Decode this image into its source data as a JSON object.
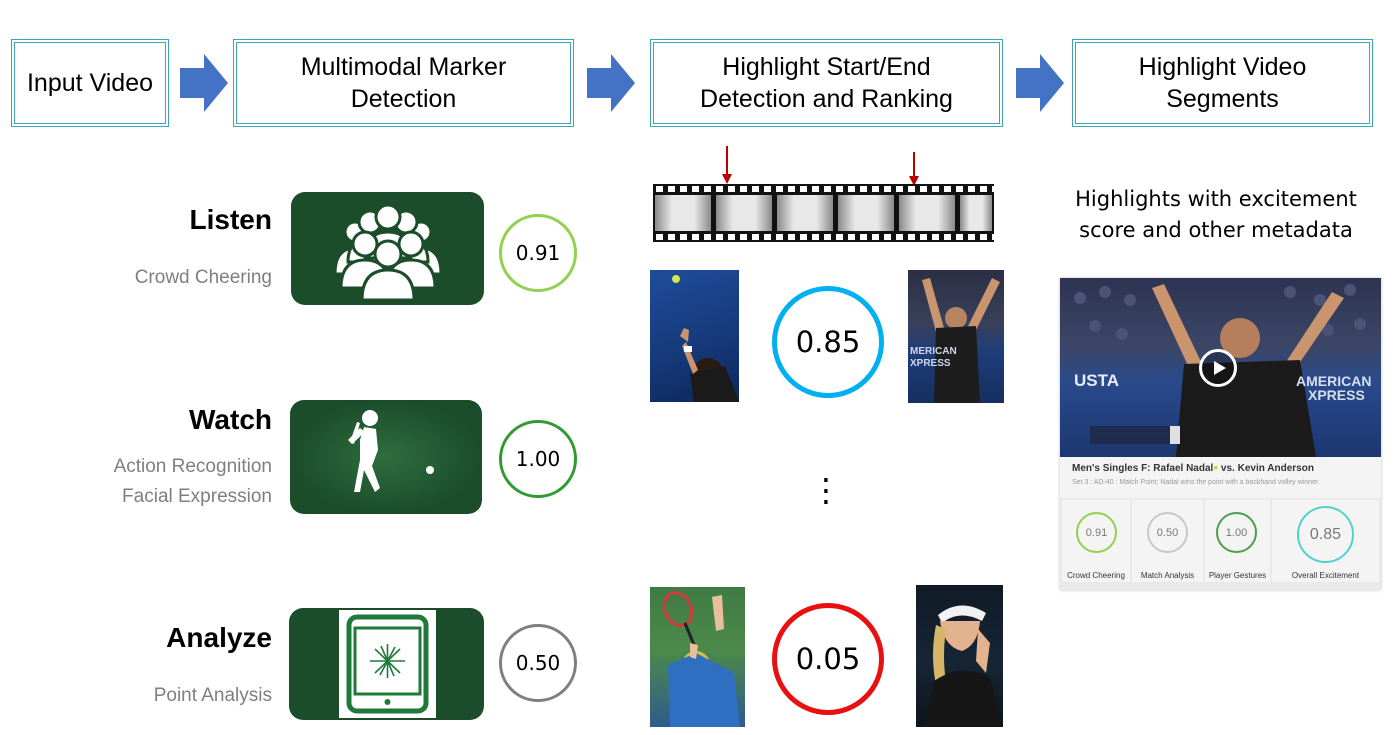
{
  "pipeline": {
    "steps": [
      {
        "label": "Input Video"
      },
      {
        "label": "Multimodal Marker Detection"
      },
      {
        "label": "Highlight Start/End Detection and Ranking"
      },
      {
        "label": "Highlight Video Segments"
      }
    ],
    "arrow_color": "#4472c4",
    "box_border_color": "#3aa7b8"
  },
  "markers": [
    {
      "title": "Listen",
      "subtitles": [
        "Crowd Cheering"
      ],
      "score": "0.91",
      "icon": "crowd-icon",
      "ring_color": "#92d050"
    },
    {
      "title": "Watch",
      "subtitles": [
        "Action Recognition",
        "Facial Expression"
      ],
      "score": "1.00",
      "icon": "golfer-icon",
      "ring_color": "#339933"
    },
    {
      "title": "Analyze",
      "subtitles": [
        "Point Analysis"
      ],
      "score": "0.50",
      "icon": "tablet-analysis-icon",
      "ring_color": "#7f7f7f"
    }
  ],
  "ranking": {
    "top_score": "0.85",
    "top_ring_color": "#00b0f0",
    "ellipsis": "⋮",
    "bottom_score": "0.05",
    "bottom_ring_color": "#e81010",
    "filmstrip_marker_color": "#c00000"
  },
  "output": {
    "caption": "Highlights with excitement score and other metadata",
    "card": {
      "photo_text_left": "USTA",
      "photo_text_right_1": "AMERICAN",
      "photo_text_right_2": "XPRESS",
      "title_prefix": "Men's Singles F: Rafael Nadal",
      "title_suffix": " vs. Kevin Anderson",
      "subtitle": "Set 3 : AD-40 : Match Point; Nadal wins the point with a backhand volley winner.",
      "metrics": [
        {
          "label": "Crowd Cheering",
          "value": "0.91",
          "color": "#92d050"
        },
        {
          "label": "Match Analysis",
          "value": "0.50",
          "color": "#c8c8c8"
        },
        {
          "label": "Player Gestures",
          "value": "1.00",
          "color": "#4aa04a"
        },
        {
          "label": "Overall Excitement",
          "value": "0.85",
          "color": "#4fd1d0"
        }
      ]
    }
  }
}
